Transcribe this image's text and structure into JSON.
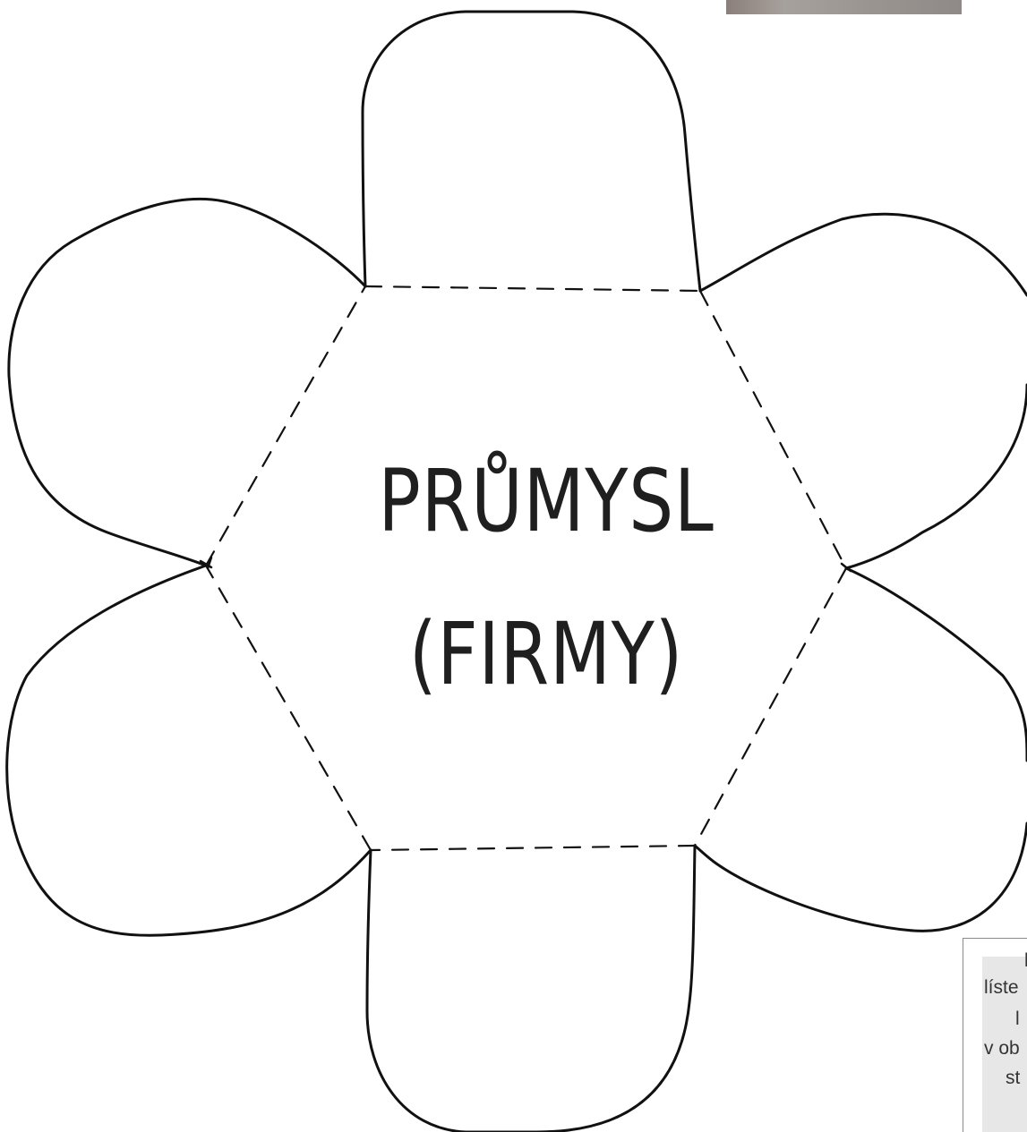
{
  "page": {
    "center_label_line1": "PRŮMYSL",
    "center_label_line2": "(FIRMY)"
  },
  "side_note": {
    "lines": [
      "l",
      "líste",
      "l",
      "v ob",
      "st"
    ]
  },
  "colors": {
    "ink": "#1f1f1f",
    "note_background": "#e7e7e7",
    "note_border": "#8a8a8a"
  }
}
